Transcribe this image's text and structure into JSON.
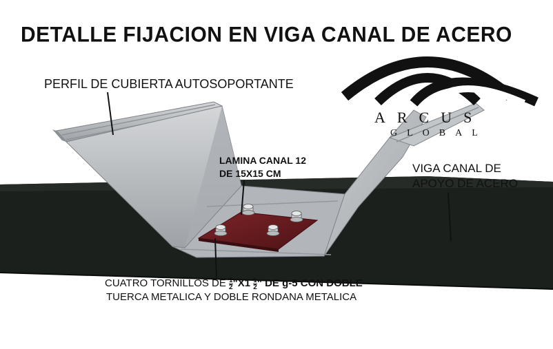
{
  "title": "DETALLE FIJACION EN VIGA CANAL DE ACERO",
  "labels": {
    "perfil": "PERFIL DE CUBIERTA AUTOSOPORTANTE",
    "lamina_line1": "LAMINA CANAL 12",
    "lamina_line2": "DE 15X15 CM",
    "viga_line1": "VIGA CANAL DE",
    "viga_line2": "APOYO DE ACERO"
  },
  "brand": {
    "name": "ARCUS",
    "sub": "GLOBAL"
  },
  "caption": {
    "part1": "CUATRO TORNILLOS DE ",
    "frac1_num": "1",
    "frac1_den": "2",
    "part2": "\"X1 ",
    "frac2_num": "1",
    "frac2_den": "2",
    "part3": "\" DE g-5 CON DOBLE",
    "line2": "TUERCA METALICA Y DOBLE RONDANA METALICA"
  },
  "colors": {
    "beam": "#1a1f1a",
    "sheet": "#b9bcbf",
    "sheet_dark": "#8d9195",
    "plate": "#6b1b1f",
    "bolt": "#cfd2d4"
  }
}
